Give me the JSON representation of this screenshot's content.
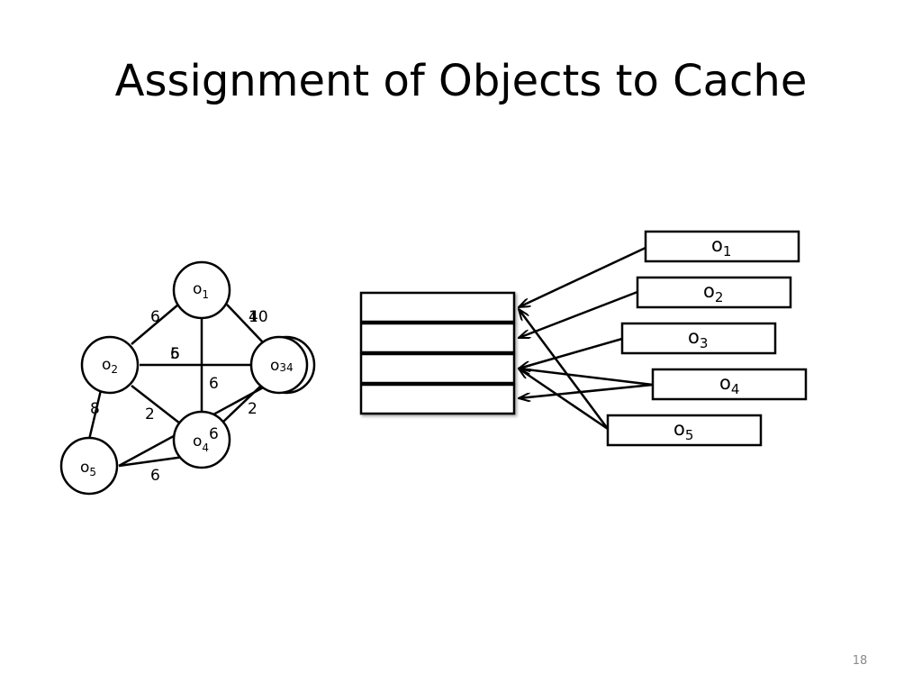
{
  "slide": {
    "title": "Assignment of Objects to Cache",
    "page_number": "18"
  },
  "graph": {
    "nodes": {
      "o1": {
        "base": "o",
        "sub": "1"
      },
      "o2": {
        "base": "o",
        "sub": "2"
      },
      "o3": {
        "base": "o",
        "sub": "34"
      },
      "o4": {
        "base": "o",
        "sub": "4"
      },
      "o5": {
        "base": "o",
        "sub": "5"
      }
    },
    "edge_labels": {
      "o1_o2": "6",
      "o1_o3_a": "4",
      "o1_o3_b": "10",
      "o2_o3_a": "5",
      "o2_o3_b": "6",
      "o1_o4": "6",
      "o2_o4": "2",
      "o3_o4": "2",
      "o2_o5": "8",
      "o4_o3_mid": "6",
      "o5_o4": "6"
    }
  },
  "objects": {
    "o1": {
      "base": "o",
      "sub": "1"
    },
    "o2": {
      "base": "o",
      "sub": "2"
    },
    "o3": {
      "base": "o",
      "sub": "3"
    },
    "o4": {
      "base": "o",
      "sub": "4"
    },
    "o5": {
      "base": "o",
      "sub": "5"
    }
  }
}
